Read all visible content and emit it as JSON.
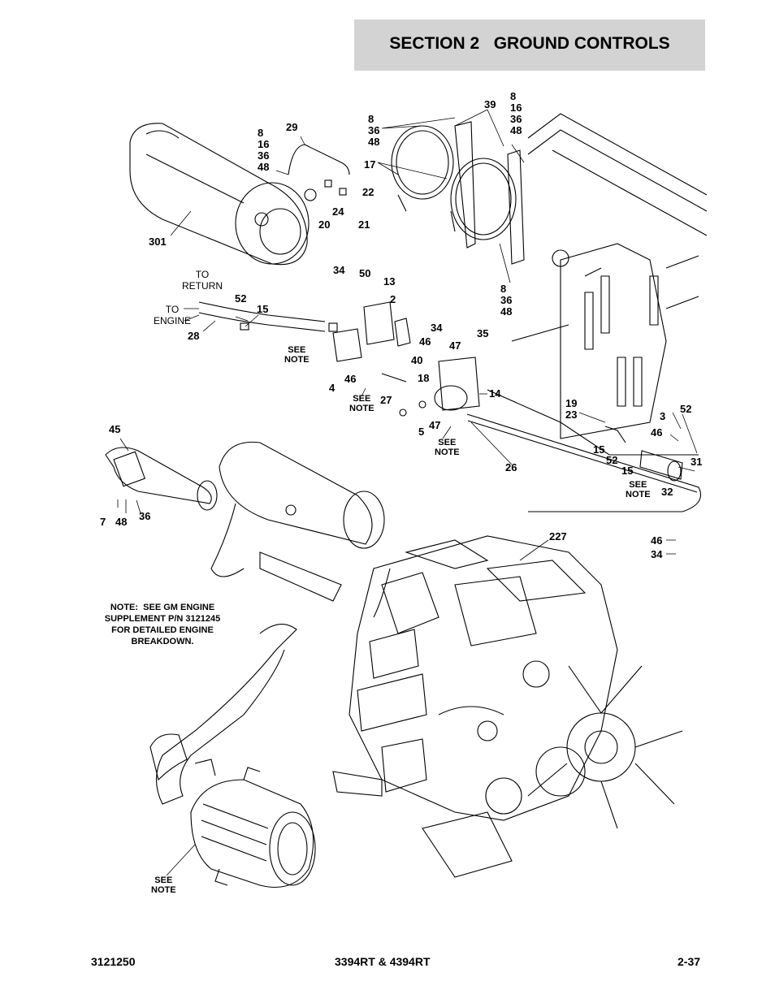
{
  "header": {
    "section": "SECTION 2",
    "title": "GROUND CONTROLS"
  },
  "labels": {
    "l_8_16_36_48_a": "8\n16\n36\n48",
    "l_29": "29",
    "l_301": "301",
    "l_20": "20",
    "l_24": "24",
    "l_21": "21",
    "l_22": "22",
    "l_8_36_48_a": "8\n36\n48",
    "l_17": "17",
    "l_39": "39",
    "l_8_16_36_48_b": "8\n16\n36\n48",
    "l_8_36_48_b": "8\n36\n48",
    "l_34a": "34",
    "l_50": "50",
    "l_13": "13",
    "l_2": "2",
    "l_52a": "52",
    "l_15a": "15",
    "l_28": "28",
    "l_34b": "34",
    "l_46a": "46",
    "l_40": "40",
    "l_35": "35",
    "l_47a": "47",
    "l_46b": "46",
    "l_4": "4",
    "l_27": "27",
    "l_18": "18",
    "l_14": "14",
    "l_5": "5",
    "l_47b": "47",
    "l_19_23": "19\n23",
    "l_3": "3",
    "l_52b": "52",
    "l_46c": "46",
    "l_15b": "15",
    "l_52c": "52",
    "l_15c": "15",
    "l_31": "31",
    "l_32": "32",
    "l_26": "26",
    "l_45": "45",
    "l_7": "7",
    "l_48": "48",
    "l_36": "36",
    "l_227": "227",
    "l_46d": "46",
    "l_34c": "34"
  },
  "small_labels": {
    "to_return": "TO\nRETURN",
    "to_engine": "TO\nENGINE"
  },
  "see_note": "SEE\nNOTE",
  "note": "NOTE:  SEE GM ENGINE\nSUPPLEMENT P/N 3121245\nFOR DETAILED ENGINE\nBREAKDOWN.",
  "footer": {
    "part_number": "3121250",
    "models": "3394RT & 4394RT",
    "page": "2-37"
  }
}
